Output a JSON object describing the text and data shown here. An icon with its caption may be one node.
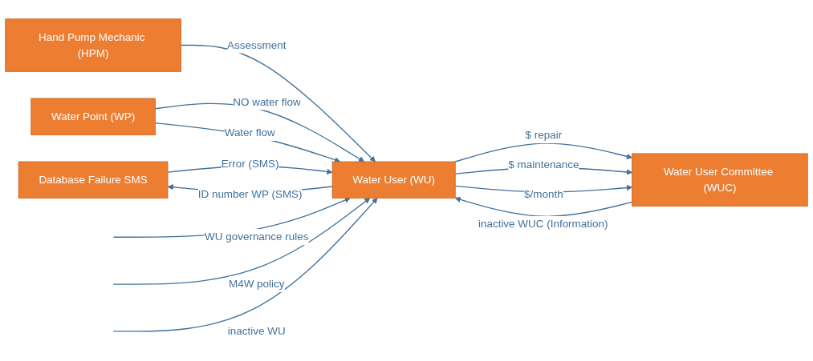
{
  "diagram": {
    "nodes": [
      {
        "text": [
          "Database Failure SMS"
        ]
      },
      {
        "text": [
          "Hand Pump Mechanic (HPM)"
        ]
      },
      {
        "text": [
          "Water Point (WP)"
        ]
      },
      {
        "text": [
          "Water User (WU)"
        ]
      },
      {
        "text": [
          "Water User Committee (WUC)"
        ]
      }
    ],
    "edges": [
      {
        "from": 3,
        "to": 0,
        "arrow": "to",
        "label": "ID number WP (SMS)"
      },
      {
        "from": 0,
        "to": 3,
        "arrow": "to",
        "label": "Error (SMS)"
      },
      {
        "from": 1,
        "to": 3,
        "arrow": "to",
        "label": "Assessment"
      },
      {
        "from": 2,
        "to": 3,
        "arrow": "to",
        "label": "NO water flow"
      },
      {
        "from": 2,
        "to": 3,
        "arrow": "to",
        "label": "Water flow"
      },
      {
        "from": 3,
        "to": 4,
        "arrow": "to",
        "label": "$ repair"
      },
      {
        "from": 3,
        "to": 4,
        "arrow": "to",
        "label": "$ maintenance"
      },
      {
        "from": 4,
        "to": 3,
        "arrow": "to",
        "label": "inactive WUC (Information)"
      },
      {
        "from": 3,
        "to": 4,
        "arrow": "to",
        "label": "$/month"
      },
      {
        "from": null,
        "to": 3,
        "arrow": "to",
        "label": "WU governance rules"
      },
      {
        "from": null,
        "to": 3,
        "arrow": "to",
        "label": "M4W policy"
      },
      {
        "from": null,
        "to": 3,
        "arrow": "to",
        "label": "inactive WU"
      }
    ]
  }
}
